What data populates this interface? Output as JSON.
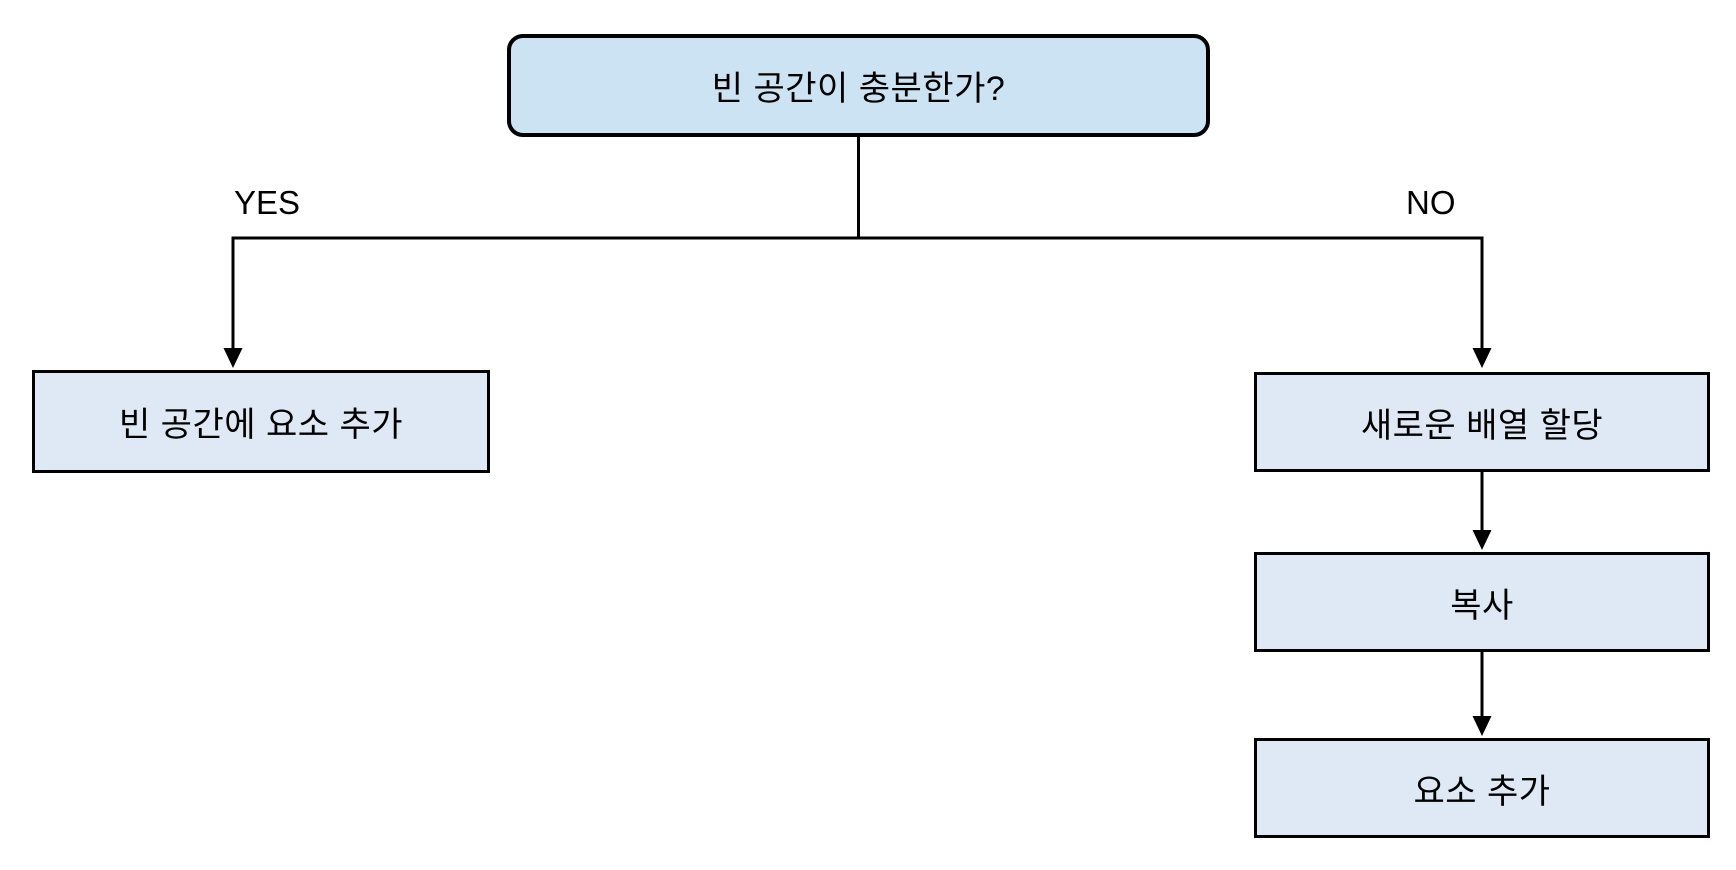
{
  "diagram": {
    "type": "flowchart",
    "decision": {
      "label": "빈 공간이 충분한가?"
    },
    "branches": {
      "yes": {
        "label": "YES",
        "steps": [
          "빈 공간에 요소 추가"
        ]
      },
      "no": {
        "label": "NO",
        "steps": [
          "새로운 배열 할당",
          "복사",
          "요소 추가"
        ]
      }
    },
    "colors": {
      "decision_fill": "#cbe3f2",
      "step_fill": "#dee9f5",
      "line": "#000000",
      "background": "#ffffff"
    }
  }
}
